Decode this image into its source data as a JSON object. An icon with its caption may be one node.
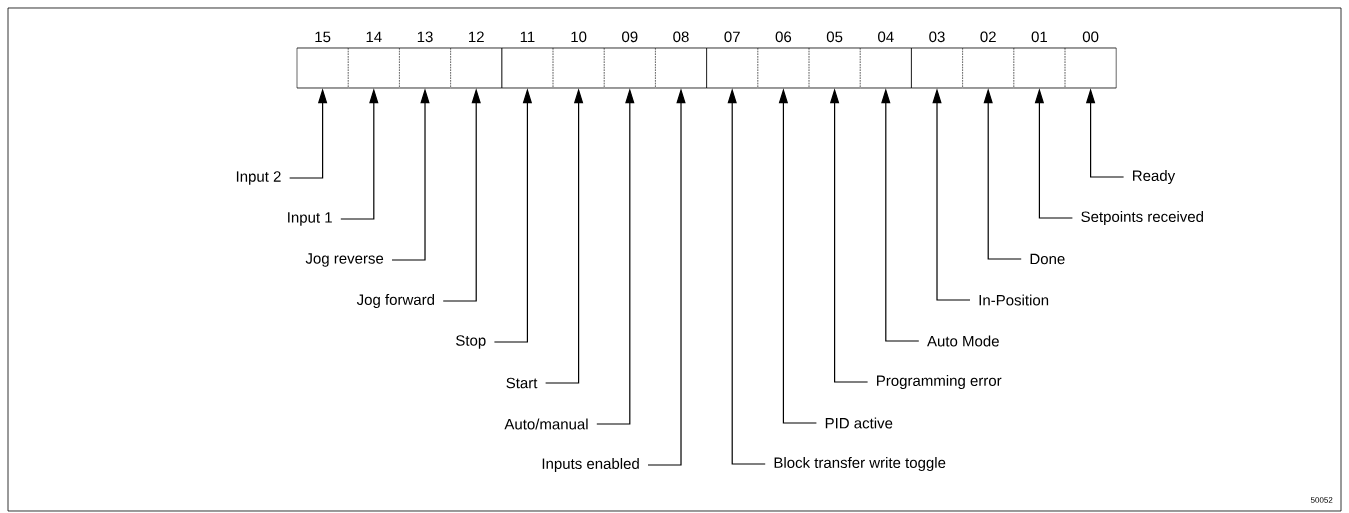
{
  "diagram": {
    "nodes": [
      {
        "text": [
          "15"
        ]
      },
      {
        "text": [
          "14"
        ]
      },
      {
        "text": [
          "13"
        ]
      },
      {
        "text": [
          "12"
        ]
      },
      {
        "text": [
          "11"
        ]
      },
      {
        "text": [
          "10"
        ]
      },
      {
        "text": [
          "09"
        ]
      },
      {
        "text": [
          "08"
        ]
      },
      {
        "text": [
          "07"
        ]
      },
      {
        "text": [
          "06"
        ]
      },
      {
        "text": [
          "05"
        ]
      },
      {
        "text": [
          "04"
        ]
      },
      {
        "text": [
          "03"
        ]
      },
      {
        "text": [
          "02"
        ]
      },
      {
        "text": [
          "01"
        ]
      },
      {
        "text": [
          "00"
        ]
      },
      {
        "text": [
          "Input 2"
        ]
      },
      {
        "text": [
          "Input 1"
        ]
      },
      {
        "text": [
          "Jog reverse"
        ]
      },
      {
        "text": [
          "Jog forward"
        ]
      },
      {
        "text": [
          "Stop"
        ]
      },
      {
        "text": [
          "Start"
        ]
      },
      {
        "text": [
          "Auto/manual"
        ]
      },
      {
        "text": [
          "Inputs enabled"
        ]
      },
      {
        "text": [
          "Block transfer write toggle"
        ]
      },
      {
        "text": [
          "PID active"
        ]
      },
      {
        "text": [
          "Programming error"
        ]
      },
      {
        "text": [
          "Auto Mode"
        ]
      },
      {
        "text": [
          "In-Position"
        ]
      },
      {
        "text": [
          "Done"
        ]
      },
      {
        "text": [
          "Setpoints received"
        ]
      },
      {
        "text": [
          "Ready"
        ]
      }
    ],
    "edges": [
      {
        "from": 16,
        "to": 0,
        "arrow": "to"
      },
      {
        "from": 17,
        "to": 1,
        "arrow": "to"
      },
      {
        "from": 18,
        "to": 2,
        "arrow": "to"
      },
      {
        "from": 19,
        "to": 3,
        "arrow": "to"
      },
      {
        "from": 20,
        "to": 4,
        "arrow": "to"
      },
      {
        "from": 21,
        "to": 5,
        "arrow": "to"
      },
      {
        "from": 22,
        "to": 6,
        "arrow": "to"
      },
      {
        "from": 23,
        "to": 7,
        "arrow": "to"
      },
      {
        "from": 24,
        "to": 8,
        "arrow": "to"
      },
      {
        "from": 25,
        "to": 9,
        "arrow": "to"
      },
      {
        "from": 26,
        "to": 10,
        "arrow": "to"
      },
      {
        "from": 27,
        "to": 11,
        "arrow": "to"
      },
      {
        "from": 28,
        "to": 12,
        "arrow": "to"
      },
      {
        "from": 29,
        "to": 13,
        "arrow": "to"
      },
      {
        "from": 30,
        "to": 14,
        "arrow": "to"
      },
      {
        "from": 31,
        "to": 15,
        "arrow": "to"
      }
    ],
    "labels": [
      "50052"
    ]
  }
}
